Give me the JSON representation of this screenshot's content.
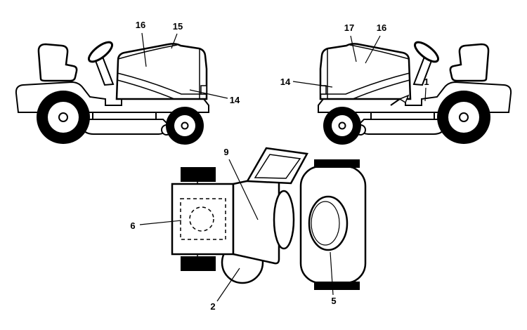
{
  "figure": {
    "colors": {
      "line": "#000000",
      "background": "#ffffff"
    },
    "views": {
      "left_side": {
        "callouts": [
          {
            "label": "16"
          },
          {
            "label": "15"
          },
          {
            "label": "14"
          }
        ]
      },
      "right_side": {
        "callouts": [
          {
            "label": "17"
          },
          {
            "label": "16"
          },
          {
            "label": "14"
          },
          {
            "label": "1"
          }
        ]
      },
      "top": {
        "callouts": [
          {
            "label": "9"
          },
          {
            "label": "6"
          },
          {
            "label": "2"
          },
          {
            "label": "5"
          }
        ]
      }
    }
  }
}
